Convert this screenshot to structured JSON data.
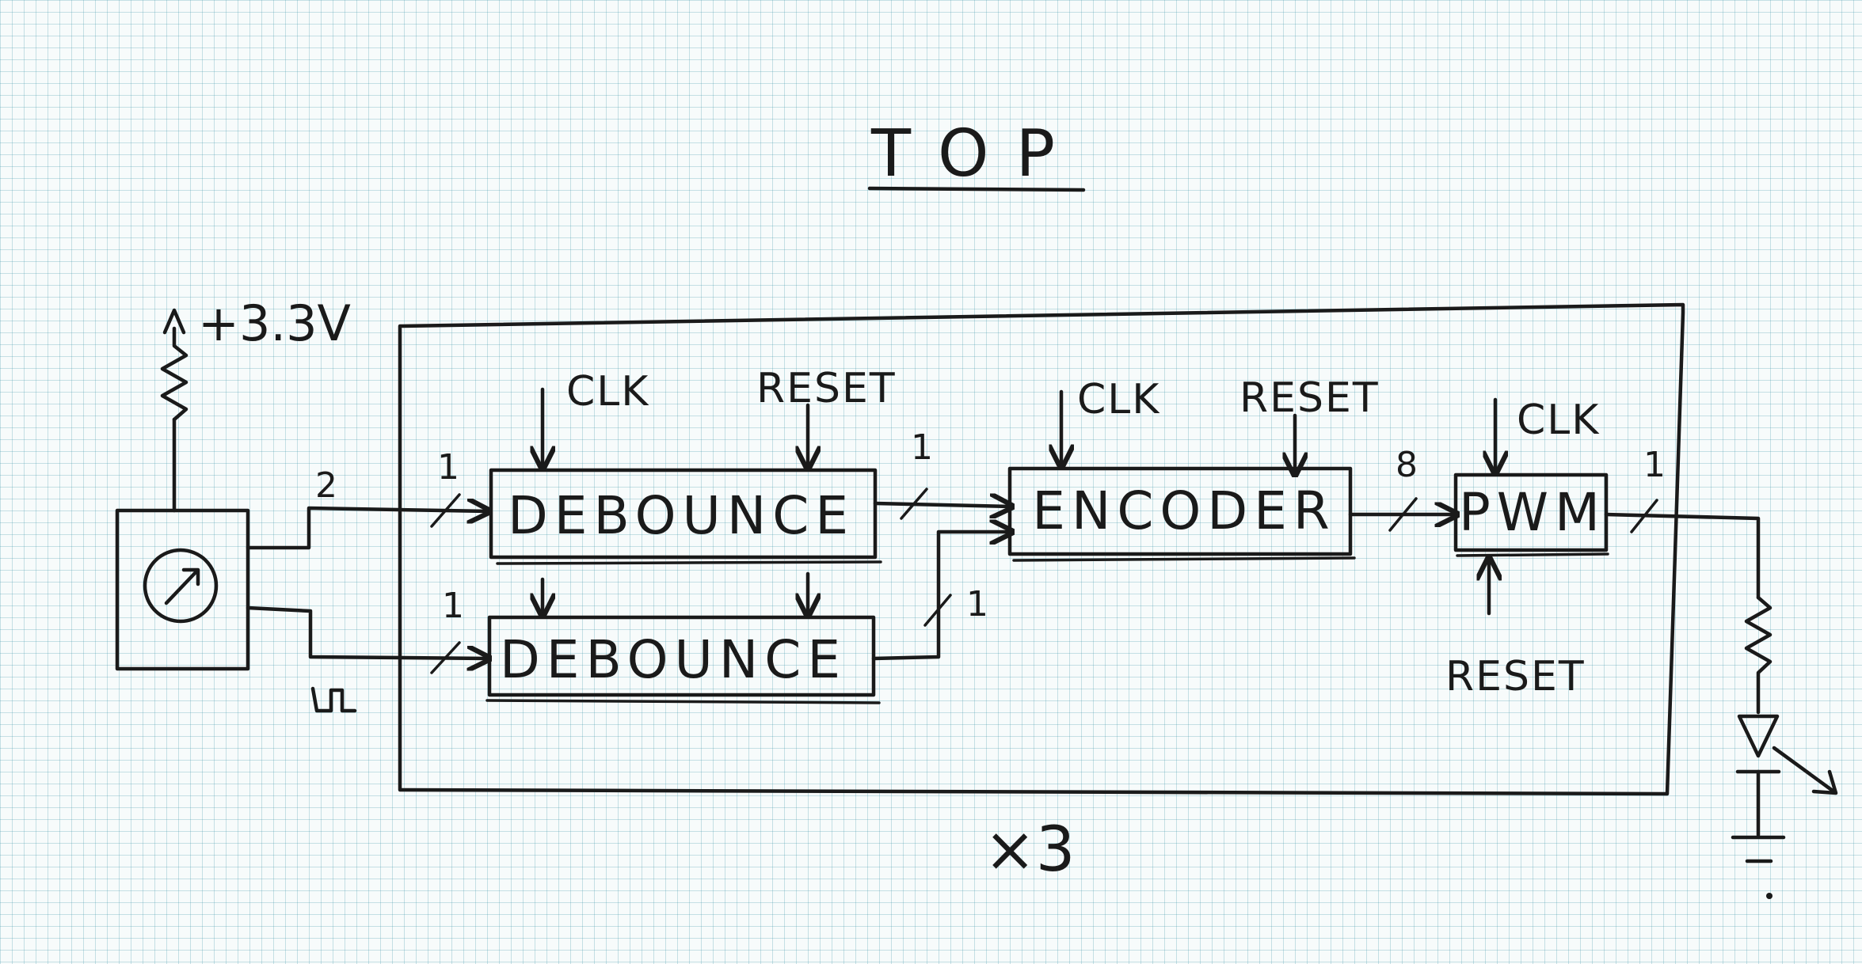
{
  "title": "TOP",
  "supply_label": "+3.3V",
  "multiplier_label": "×3",
  "blocks": {
    "debounce_1": "DEBOUNCE",
    "debounce_2": "DEBOUNCE",
    "encoder": "ENCODER",
    "pwm": "PWM"
  },
  "signals": {
    "clk": "CLK",
    "reset": "RESET"
  },
  "bus_widths": {
    "encoder_input": "2",
    "debounce_1_in": "1",
    "debounce_2_in": "1",
    "debounce_1_out": "1",
    "debounce_2_out": "1",
    "encoder_out": "8",
    "pwm_out": "1"
  }
}
